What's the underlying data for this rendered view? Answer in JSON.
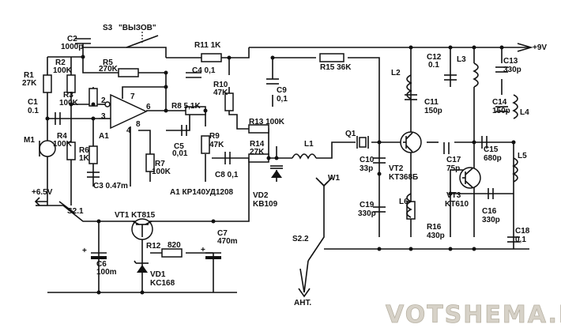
{
  "labels": {
    "s3": "S3",
    "s3_name": "\"ВЫЗОВ\"",
    "c2": "C2",
    "c2_val": "1000p",
    "r1": "R1",
    "r1_val": "27K",
    "r2": "R2",
    "r2_val": "100K",
    "r5": "R5",
    "r5_val": "270K",
    "r3": "R3",
    "r3_val": "100K",
    "c1": "C1",
    "c1_val": "0.1",
    "m1": "M1",
    "r4": "R4",
    "r4_val": "100K",
    "a1": "A1",
    "r6": "R6",
    "r6_val": "1K",
    "c3": "C3 0.47m",
    "r7": "R7",
    "r7_val": "100K",
    "r11": "R11 1K",
    "c4": "C4 0,1",
    "r10": "R10",
    "r10_val": "47K",
    "r8": "R8 5,1K",
    "c5": "C5",
    "c5_val": "0,01",
    "r9": "R9",
    "r9_val": "47K",
    "c8": "C8 0,1",
    "a1_type": "A1 КР140УД1208",
    "c9": "C9",
    "c9_val": "0,1",
    "r13": "R13 100K",
    "r14": "R14",
    "r14_val": "27K",
    "vd2": "VD2",
    "vd2_val": "KB109",
    "l1": "L1",
    "r15": "R15 36K",
    "q1": "Q1",
    "c10": "C10",
    "c10_val": "33p",
    "vt2": "VT2",
    "vt2_val": "KT368Б",
    "c19": "C19",
    "c19_val": "330p",
    "l6": "L6",
    "l2": "L2",
    "c12": "C12",
    "c12_val": "0.1",
    "c11": "C11",
    "c11_val": "150p",
    "l3": "L3",
    "c13": "C13",
    "c13_val": "330p",
    "c14": "C14",
    "c14_val": "150p",
    "l4": "L4",
    "c15": "C15",
    "c15_val": "680p",
    "c17": "C17",
    "c17_val": "75p",
    "vt3": "VT3",
    "vt3_val": "KT610",
    "l5": "L5",
    "r16": "R16",
    "r16_val": "430p",
    "c16": "C16",
    "c16_val": "330p",
    "c18": "C18",
    "c18_val": "0,1",
    "plus9": "+9V",
    "plus6_5": "+6.5V",
    "s2_1": "S2.1",
    "vt1": "VT1 KT815",
    "r12": "R12",
    "r12_val": "820",
    "c7": "C7",
    "c7_val": "470m",
    "c6": "C6",
    "c6_val": "100m",
    "vd1": "VD1",
    "vd1_val": "KC168",
    "w1": "W1",
    "s2_2": "S2.2",
    "ant": "АНТ.",
    "pin2": "2",
    "pin3": "3",
    "pin7": "7",
    "pin6": "6",
    "pin4": "4",
    "pin8": "8",
    "watermark": "VOTSHEMA.RU"
  }
}
